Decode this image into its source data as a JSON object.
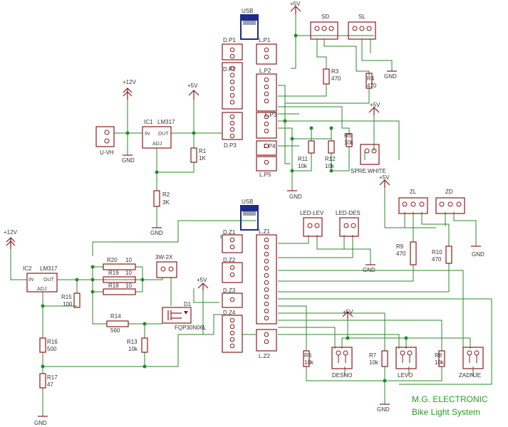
{
  "title": {
    "company": "M.G. ELECTRONIC",
    "product": "Bike Light System"
  },
  "supplies": {
    "p12_top": "+12V",
    "p12_left": "+12V",
    "p5_top": "+5V",
    "p5_lp2": "+5V",
    "p5_spre": "+5V",
    "p5_zl": "+5V",
    "p5_lz": "+5V",
    "p5_desno": "+5V"
  },
  "grounds": {
    "g_uvh": "GND",
    "g_r2": "GND",
    "g_sd": "GND",
    "g_r11": "GND",
    "g_led": "GND",
    "g_zd": "GND",
    "g_r7": "GND",
    "g_left": "GND"
  },
  "ics": {
    "ic1": {
      "name": "IC1",
      "part": "LM317",
      "in": "IN",
      "out": "OUT",
      "adj": "ADJ"
    },
    "ic2": {
      "name": "IC2",
      "part": "LM317",
      "in": "IN",
      "out": "OUT",
      "adj": "ADJ"
    }
  },
  "resistors": {
    "r1": {
      "name": "R1",
      "value": "1K"
    },
    "r2": {
      "name": "R2",
      "value": "3K"
    },
    "r3": {
      "name": "R3",
      "value": "470"
    },
    "r4": {
      "name": "R4",
      "value": "470"
    },
    "r5": {
      "name": "R5",
      "value": "10k"
    },
    "r11": {
      "name": "R11",
      "value": "10k"
    },
    "r12": {
      "name": "R12",
      "value": "10k"
    },
    "r9": {
      "name": "R9",
      "value": "470"
    },
    "r10": {
      "name": "R10",
      "value": "470"
    },
    "r20": {
      "name": "R20",
      "value": "10"
    },
    "r19": {
      "name": "R19",
      "value": "10"
    },
    "r18": {
      "name": "R18",
      "value": "10"
    },
    "r14": {
      "name": "R14",
      "value": "560"
    },
    "r15": {
      "name": "R15",
      "value": "100"
    },
    "r13": {
      "name": "R13",
      "value": "10k"
    },
    "r16": {
      "name": "R16",
      "value": "500"
    },
    "r17": {
      "name": "R17",
      "value": "47"
    },
    "r6": {
      "name": "R6",
      "value": "10k"
    },
    "r7": {
      "name": "R7",
      "value": "10k"
    },
    "r8": {
      "name": "R8",
      "value": "10k"
    }
  },
  "connectors": {
    "uvh": "U-VH",
    "dp1": "D.P1",
    "dp2": "D.P2",
    "dp3": "D.P3",
    "lp1": "L.P1",
    "lp2": "L.P2",
    "lp3": "L.P3",
    "lp4": "L.P4",
    "lp5": "L.P5",
    "sd": "SD",
    "sl": "SL",
    "spre": "SPRE.WHITE",
    "zl": "ZL",
    "zd": "ZD",
    "ledlev": "LED-LEV",
    "leddes": "LED-DES",
    "dz1": "D.Z1",
    "dz2": "D.Z2",
    "dz3": "D.Z3",
    "dz4": "D.Z4",
    "lz1": "L.Z1",
    "lz2": "L.Z2",
    "w3": "3W-2X",
    "desno": "DESNO",
    "levo": "LEVO",
    "zadnje": "ZADNJE"
  },
  "transistor": {
    "name": "D1",
    "part": "FQP30N06L"
  },
  "usb": {
    "top": "USB",
    "bottom": "USB"
  }
}
